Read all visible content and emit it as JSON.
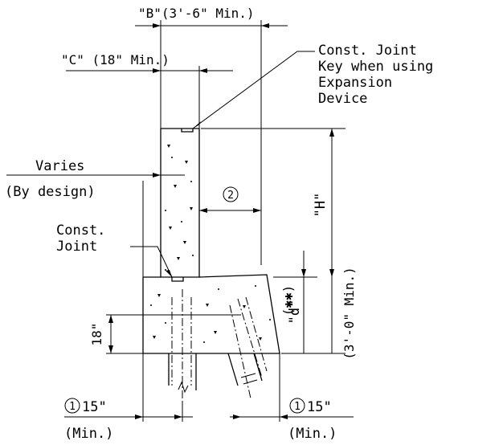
{
  "labels": {
    "b_dim": "\"B\"(3'-6\" Min.)",
    "c_dim": "\"C\" (18\" Min.)",
    "const_joint_key": [
      "Const. Joint",
      "Key when using",
      "Expansion",
      "Device"
    ],
    "varies": "Varies",
    "by_design": "(By design)",
    "const_joint": [
      "Const.",
      "Joint"
    ],
    "circle_2": "2",
    "h_dim": "\"H\"",
    "d_dim": "\"d\"",
    "d_note": "(✱✱)",
    "min_3ft": "(3'-0\" Min.)",
    "dim_18": "18\"",
    "left_note_num": "1",
    "left_note_val": "15\"",
    "left_note_min": "(Min.)",
    "right_note_num": "1",
    "right_note_val": "15\"",
    "right_note_min": "(Min.)"
  },
  "colors": {
    "line": "#000000",
    "background": "#ffffff"
  }
}
